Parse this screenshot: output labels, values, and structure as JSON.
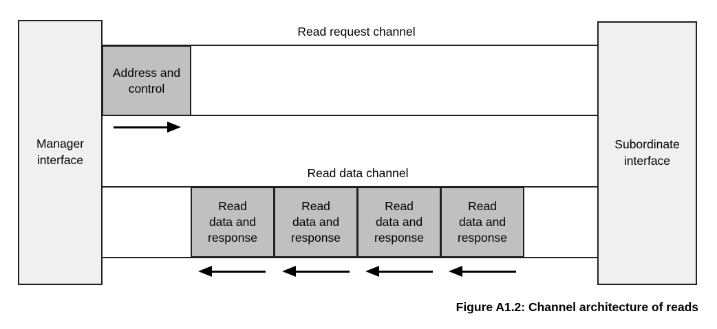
{
  "figure": {
    "caption": "Figure A1.2: Channel architecture of reads"
  },
  "endpoints": {
    "manager": {
      "label": "Manager\ninterface"
    },
    "subordinate": {
      "label": "Subordinate\ninterface"
    }
  },
  "channels": [
    {
      "id": "read-request-channel",
      "title": "Read request channel",
      "direction": "manager-to-subordinate",
      "payloads": [
        {
          "label": "Address and\ncontrol"
        }
      ],
      "arrows": [
        {
          "direction": "right"
        }
      ]
    },
    {
      "id": "read-data-channel",
      "title": "Read data channel",
      "direction": "subordinate-to-manager",
      "payloads": [
        {
          "label": "Read\ndata and\nresponse"
        },
        {
          "label": "Read\ndata and\nresponse"
        },
        {
          "label": "Read\ndata and\nresponse"
        },
        {
          "label": "Read\ndata and\nresponse"
        }
      ],
      "arrows": [
        {
          "direction": "left"
        },
        {
          "direction": "left"
        },
        {
          "direction": "left"
        },
        {
          "direction": "left"
        }
      ]
    }
  ],
  "colors": {
    "payload_fill": "#c0c0c0",
    "interface_fill": "#f0f0f0",
    "line": "#231f20",
    "text": "#000000",
    "background": "#ffffff"
  }
}
